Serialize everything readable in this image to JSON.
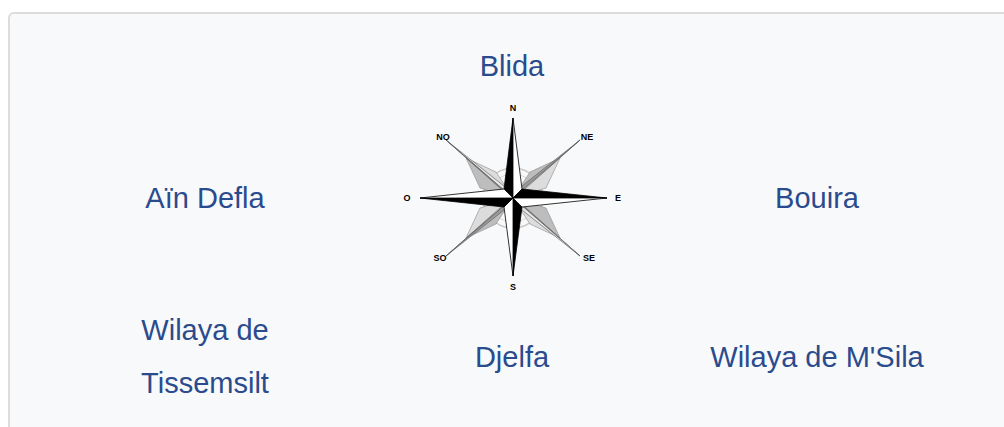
{
  "diagram": {
    "labels": [
      "Blida",
      "Aïn Defla",
      "Bouira",
      "Wilaya de Tissemsilt",
      "Djelfa",
      "Wilaya de M'Sila",
      "N",
      "NO",
      "NE",
      "O",
      "E",
      "SO",
      "SE",
      "S"
    ]
  }
}
